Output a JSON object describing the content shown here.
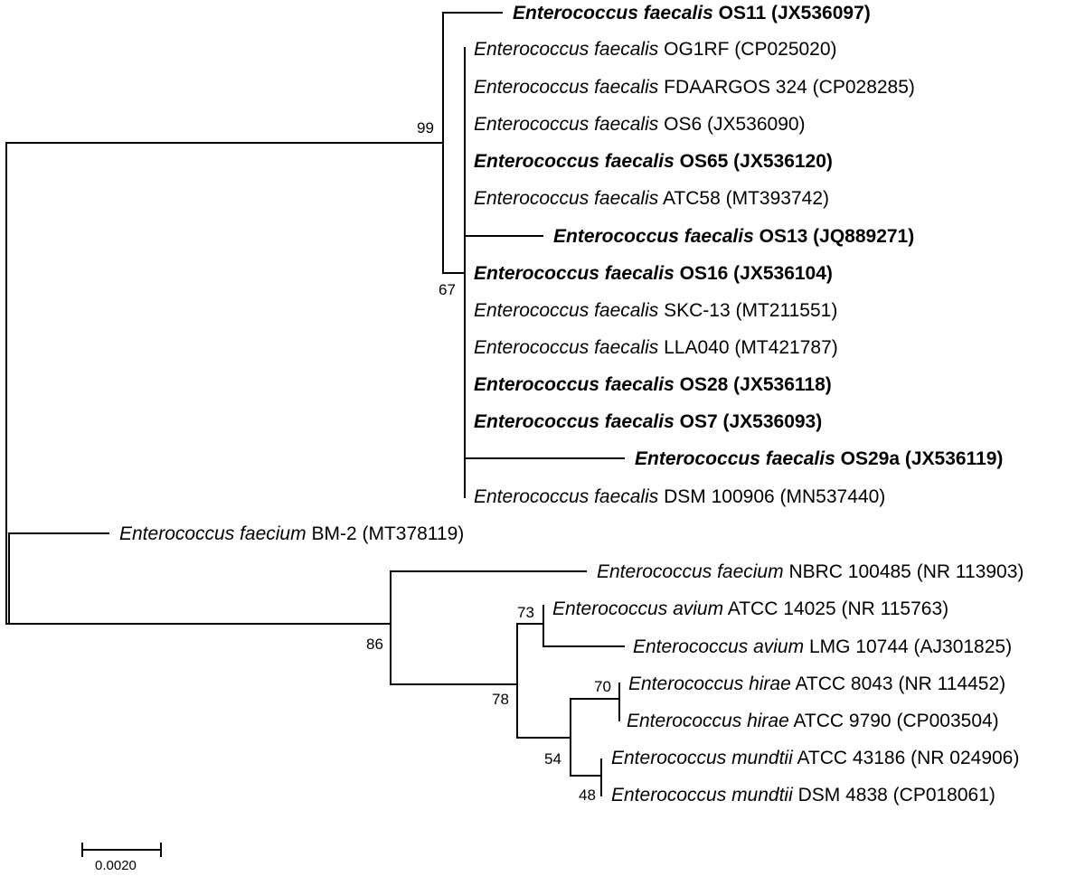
{
  "tree": {
    "leaves": [
      {
        "species": "Enterococcus faecalis",
        "strain": "OS11 (JX536097)",
        "bold": true
      },
      {
        "species": "Enterococcus faecalis",
        "strain": "OG1RF (CP025020)",
        "bold": false
      },
      {
        "species": "Enterococcus faecalis",
        "strain": "FDAARGOS 324 (CP028285)",
        "bold": false
      },
      {
        "species": "Enterococcus faecalis",
        "strain": "OS6 (JX536090)",
        "bold": false
      },
      {
        "species": "Enterococcus faecalis",
        "strain": "OS65 (JX536120)",
        "bold": true
      },
      {
        "species": "Enterococcus faecalis",
        "strain": "ATC58 (MT393742)",
        "bold": false
      },
      {
        "species": "Enterococcus faecalis",
        "strain": "OS13 (JQ889271)",
        "bold": true
      },
      {
        "species": "Enterococcus faecalis",
        "strain": "OS16 (JX536104)",
        "bold": true
      },
      {
        "species": "Enterococcus faecalis",
        "strain": "SKC-13 (MT211551)",
        "bold": false
      },
      {
        "species": "Enterococcus faecalis",
        "strain": "LLA040 (MT421787)",
        "bold": false
      },
      {
        "species": "Enterococcus faecalis",
        "strain": "OS28 (JX536118)",
        "bold": true
      },
      {
        "species": "Enterococcus faecalis",
        "strain": "OS7 (JX536093)",
        "bold": true
      },
      {
        "species": "Enterococcus faecalis",
        "strain": "OS29a (JX536119)",
        "bold": true
      },
      {
        "species": "Enterococcus faecalis",
        "strain": "DSM 100906 (MN537440)",
        "bold": false
      },
      {
        "species": "Enterococcus faecium",
        "strain": "BM-2 (MT378119)",
        "bold": false
      },
      {
        "species": "Enterococcus faecium",
        "strain": "NBRC 100485 (NR 113903)",
        "bold": false
      },
      {
        "species": "Enterococcus avium",
        "strain": "ATCC 14025 (NR 115763)",
        "bold": false
      },
      {
        "species": "Enterococcus avium",
        "strain": "LMG 10744 (AJ301825)",
        "bold": false
      },
      {
        "species": "Enterococcus hirae",
        "strain": "ATCC 8043 (NR 114452)",
        "bold": false
      },
      {
        "species": "Enterococcus hirae",
        "strain": "ATCC 9790 (CP003504)",
        "bold": false
      },
      {
        "species": "Enterococcus mundtii",
        "strain": "ATCC 43186 (NR 024906)",
        "bold": false
      },
      {
        "species": "Enterococcus mundtii",
        "strain": "DSM 4838 (CP018061)",
        "bold": false
      }
    ],
    "bootstrap": [
      "99",
      "67",
      "86",
      "78",
      "73",
      "70",
      "54",
      "48"
    ],
    "scale_label": "0.0020"
  }
}
